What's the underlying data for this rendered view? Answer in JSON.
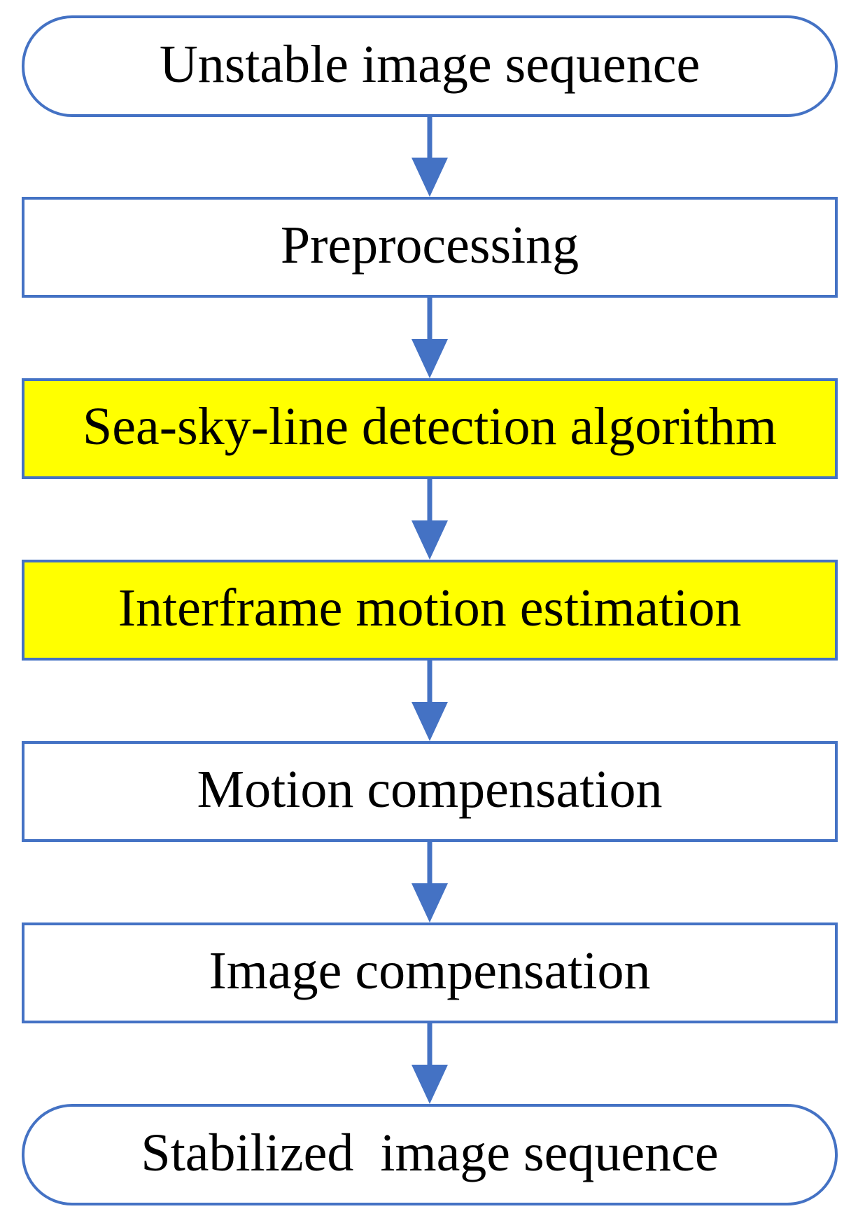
{
  "diagram": {
    "colors": {
      "border": "#4472C4",
      "arrow": "#4472C4",
      "highlight_fill": "#FFFF00",
      "default_fill": "#FFFFFF",
      "text": "#000000"
    },
    "nodes": [
      {
        "id": "start",
        "label": "Unstable image sequence",
        "shape": "terminal",
        "highlight": false
      },
      {
        "id": "preprocessing",
        "label": "Preprocessing",
        "shape": "process",
        "highlight": false
      },
      {
        "id": "sea-sky-line",
        "label": "Sea-sky-line detection algorithm",
        "shape": "process",
        "highlight": true
      },
      {
        "id": "interframe-motion",
        "label": "Interframe motion estimation",
        "shape": "process",
        "highlight": true
      },
      {
        "id": "motion-compensation",
        "label": "Motion compensation",
        "shape": "process",
        "highlight": false
      },
      {
        "id": "image-compensation",
        "label": "Image compensation",
        "shape": "process",
        "highlight": false
      },
      {
        "id": "end",
        "label": "Stabilized  image sequence",
        "shape": "terminal",
        "highlight": false
      }
    ],
    "edges": [
      {
        "from": "start",
        "to": "preprocessing"
      },
      {
        "from": "preprocessing",
        "to": "sea-sky-line"
      },
      {
        "from": "sea-sky-line",
        "to": "interframe-motion"
      },
      {
        "from": "interframe-motion",
        "to": "motion-compensation"
      },
      {
        "from": "motion-compensation",
        "to": "image-compensation"
      },
      {
        "from": "image-compensation",
        "to": "end"
      }
    ]
  }
}
